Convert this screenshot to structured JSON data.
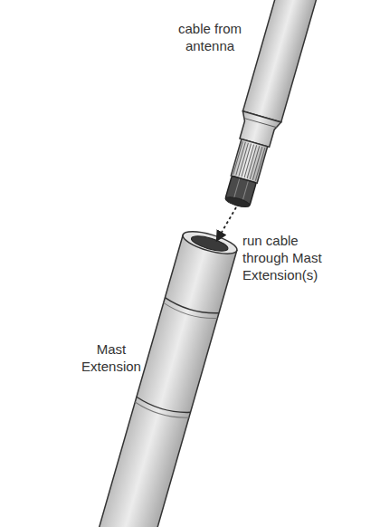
{
  "diagram": {
    "labels": [
      "cable from antenna",
      "run cable through Mast Extension(s)",
      "Mast Extension"
    ]
  }
}
